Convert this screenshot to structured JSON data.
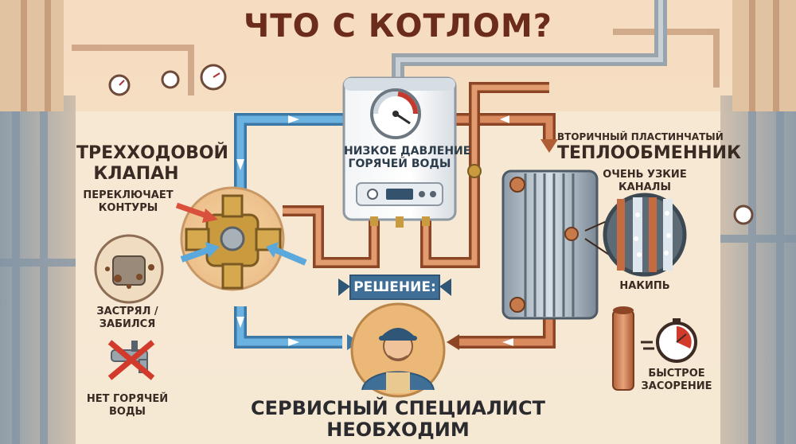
{
  "title": "ЧТО С КОТЛОМ?",
  "valve": {
    "title_line1": "ТРЕХХОДОВОЙ",
    "title_line2": "КЛАПАН",
    "switch_line1": "ПЕРЕКЛЮЧАЕТ",
    "switch_line2": "КОНТУРЫ",
    "stuck_line1": "ЗАСТРЯЛ /",
    "stuck_line2": "ЗАБИЛСЯ",
    "no_hot_line1": "НЕТ ГОРЯЧЕЙ",
    "no_hot_line2": "ВОДЫ"
  },
  "boiler": {
    "label_line1": "НИЗКОЕ ДАВЛЕНИЕ",
    "label_line2": "ГОРЯЧЕЙ ВОДЫ"
  },
  "exchanger": {
    "subtitle": "ВТОРИЧНЫЙ ПЛАСТИНЧАТЫЙ",
    "title": "ТЕПЛООБМЕННИК",
    "narrow_line1": "ОЧЕНЬ УЗКИЕ",
    "narrow_line2": "КАНАЛЫ",
    "scale": "НАКИПЬ",
    "fast_line1": "БЫСТРОЕ",
    "fast_line2": "ЗАСОРЕНИЕ"
  },
  "solution": {
    "ribbon": "РЕШЕНИЕ:",
    "line1": "СЕРВИСНЫЙ СПЕЦИАЛИСТ",
    "line2": "НЕОБХОДИМ"
  },
  "colors": {
    "background": "#f3e2c8",
    "cold_pipe": "#5a9fd0",
    "hot_pipe": "#c9754a",
    "brass": "#c99a3e",
    "title": "#6b2c1c",
    "ribbon": "#3f6f96"
  }
}
